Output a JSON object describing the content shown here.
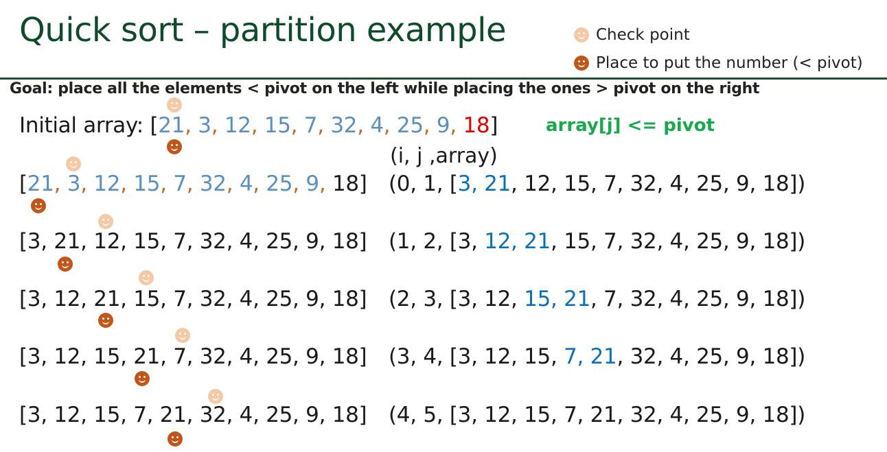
{
  "title": "Quick sort – partition example",
  "legend": {
    "check_point": "Check point",
    "place_to_put": "Place to put the number (< pivot)"
  },
  "goal": "Goal: place all the elements < pivot on the left while placing the ones > pivot on the right",
  "initial_label": "Initial array:",
  "condition": "array[j] <= pivot",
  "ija_header": "(i, j ,array)",
  "rows": [
    {
      "left": "[21, 3, 12, 15, 7, 32, 4, 25, 9, 18]",
      "right": "(0, 1, [3, 21, 12, 15, 7, 32, 4, 25, 9, 18])"
    },
    {
      "left": "[3, 21, 12, 15, 7, 32, 4, 25, 9, 18]",
      "right": "(1, 2, [3, 12, 21, 15, 7, 32, 4, 25, 9, 18])"
    },
    {
      "left": "[3, 12, 21, 15, 7, 32, 4, 25, 9, 18]",
      "right": "(2, 3, [3, 12, 15, 21, 7, 32, 4, 25, 9, 18])"
    },
    {
      "left": "[3, 12, 15, 21, 7, 32, 4, 25, 9, 18]",
      "right": "(3, 4, [3, 12, 15, 7, 21, 32, 4, 25, 9, 18])"
    },
    {
      "left": "[3, 12, 15, 7, 21, 32, 4, 25, 9, 18]",
      "right": "(4, 5, [3, 12, 15, 7, 21, 32, 4, 25, 9, 18])"
    }
  ],
  "icons": {
    "check_point": "light-smiley-icon",
    "place_marker": "dark-smiley-icon"
  },
  "colors": {
    "title": "#0f4a2a",
    "condition": "#1aa84e",
    "pivot": "#e00000",
    "swapped": "#0f6fb5",
    "light_smiley": "#f4c9a6",
    "dark_smiley": "#c1561b"
  }
}
